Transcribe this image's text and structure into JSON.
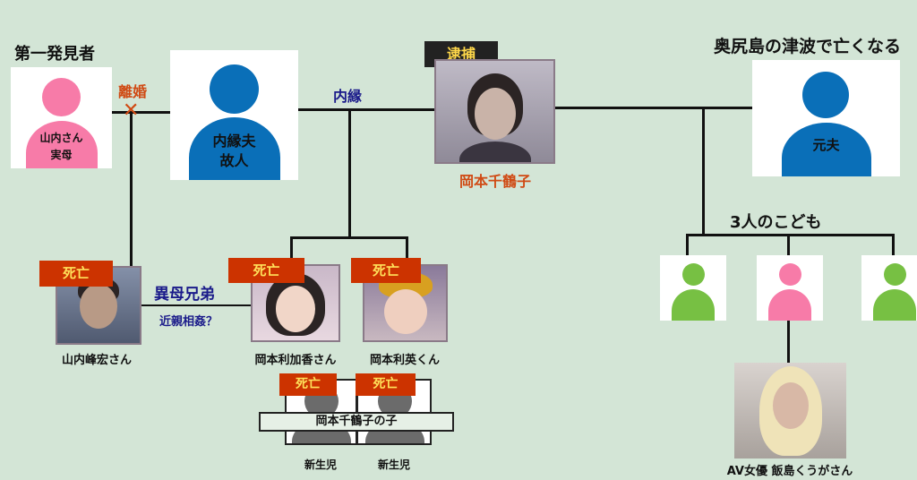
{
  "labels": {
    "first_finder": "第一発見者",
    "divorce": "離婚",
    "common_law": "内縁",
    "arrested": "逮捕",
    "tsunami": "奥尻島の津波で亡くなる",
    "three_children": "3人のこども",
    "half_siblings": "異母兄弟",
    "incest": "近親相姦？",
    "dead": "死亡",
    "chizuko_children": "岡本千鶴子の子"
  },
  "people": {
    "mother_line1": "山内さん",
    "mother_line2": "実母",
    "husband_line1": "内縁夫",
    "husband_line2": "故人",
    "chizuko": "岡本千鶴子",
    "ex_husband": "元夫",
    "minehiro": "山内峰宏さん",
    "rikako": "岡本利加香さん",
    "rie": "岡本利英くん",
    "newborn1": "新生児",
    "newborn2": "新生児",
    "kuuga": "AV女優 飯島くうがさん"
  },
  "colors": {
    "background": "#d3e5d6",
    "pink": "#f77ba8",
    "blue": "#0a6fb8",
    "green": "#77c043",
    "red": "#cc3300",
    "orange": "#d04a14",
    "navy": "#1a1a8a"
  }
}
